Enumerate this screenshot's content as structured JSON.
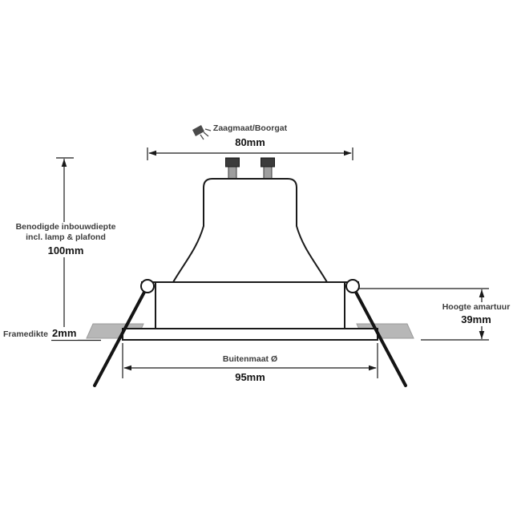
{
  "dimensions": {
    "cutout": {
      "label": "Zaagmaat/Boorgat",
      "value": "80mm",
      "icon": "downlight-icon"
    },
    "install_depth": {
      "label_line1": "Benodigde inbouwdiepte",
      "label_line2": "incl. lamp & plafond",
      "value": "100mm"
    },
    "frame_thickness": {
      "label": "Framedikte",
      "value": "2mm"
    },
    "fixture_height": {
      "label": "Hoogte amartuur",
      "value": "39mm"
    },
    "outer_diameter": {
      "label": "Buitenmaat Ø",
      "value": "95mm"
    }
  },
  "colors": {
    "line": "#1a1a1a",
    "ceiling_fill": "#b7b7b7",
    "label_text": "#3c3c3c",
    "background": "#ffffff"
  }
}
